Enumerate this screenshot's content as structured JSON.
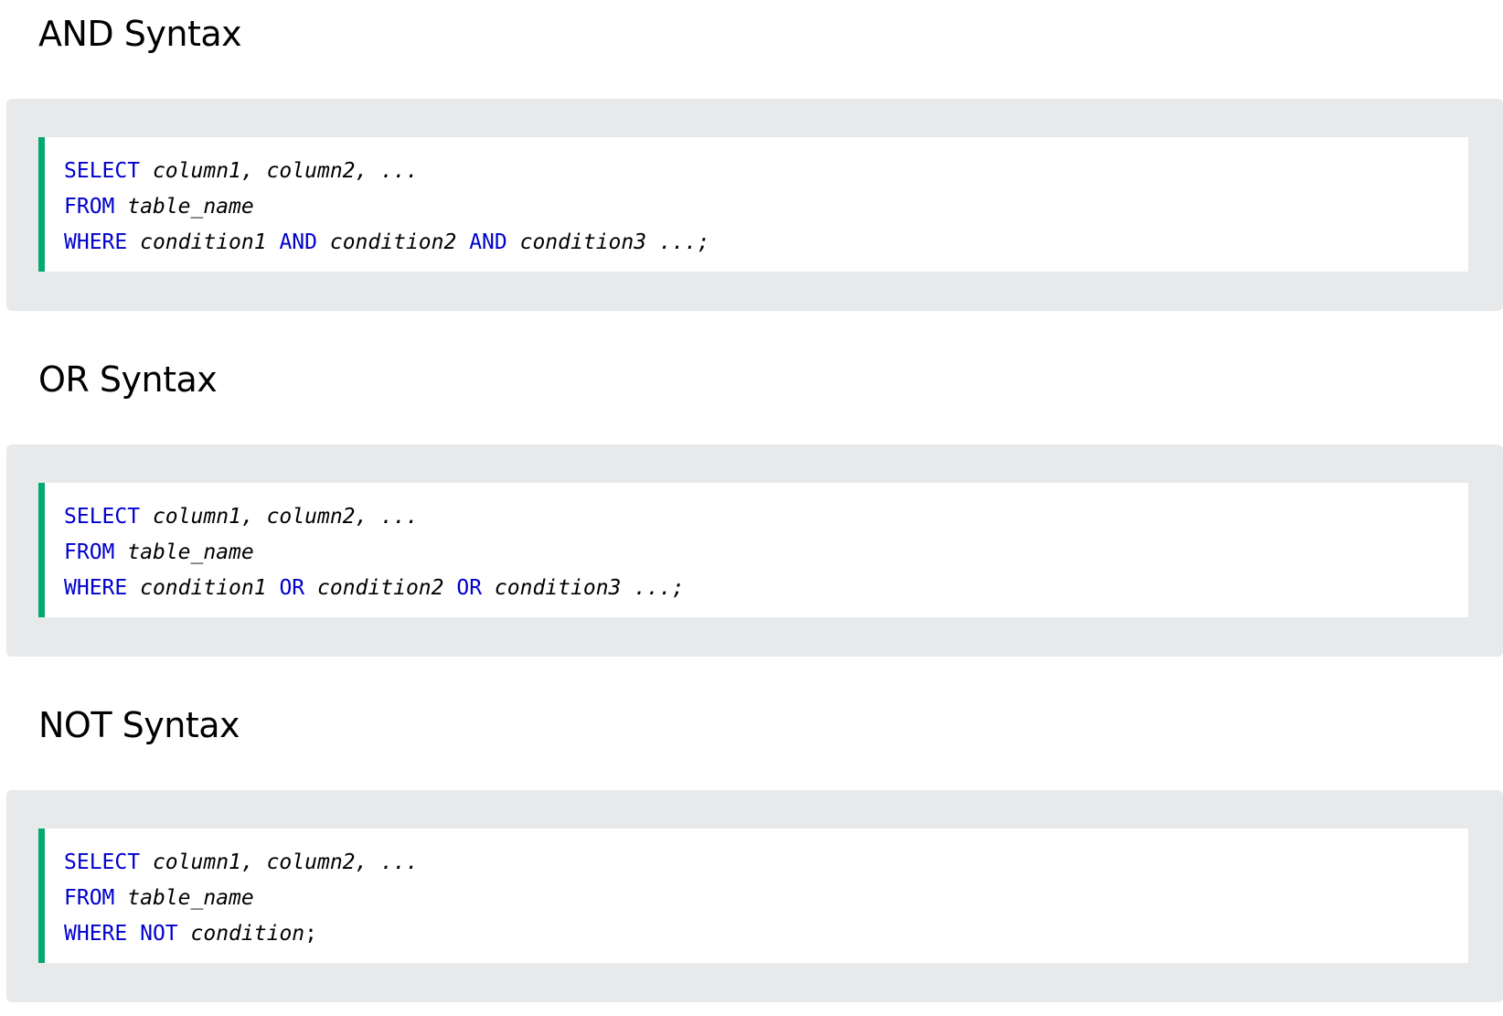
{
  "sections": [
    {
      "heading": "AND Syntax",
      "lines": [
        [
          {
            "t": "SELECT",
            "k": "kw"
          },
          {
            "t": " ",
            "k": "punct"
          },
          {
            "t": "column1, column2, ...",
            "k": "arg"
          }
        ],
        [
          {
            "t": "FROM",
            "k": "kw"
          },
          {
            "t": " ",
            "k": "punct"
          },
          {
            "t": "table_name",
            "k": "arg"
          }
        ],
        [
          {
            "t": "WHERE",
            "k": "kw"
          },
          {
            "t": " ",
            "k": "punct"
          },
          {
            "t": "condition1",
            "k": "arg"
          },
          {
            "t": " ",
            "k": "punct"
          },
          {
            "t": "AND",
            "k": "kw"
          },
          {
            "t": " ",
            "k": "punct"
          },
          {
            "t": "condition2",
            "k": "arg"
          },
          {
            "t": " ",
            "k": "punct"
          },
          {
            "t": "AND",
            "k": "kw"
          },
          {
            "t": " ",
            "k": "punct"
          },
          {
            "t": "condition3 ...;",
            "k": "arg"
          }
        ]
      ]
    },
    {
      "heading": "OR Syntax",
      "lines": [
        [
          {
            "t": "SELECT",
            "k": "kw"
          },
          {
            "t": " ",
            "k": "punct"
          },
          {
            "t": "column1, column2, ...",
            "k": "arg"
          }
        ],
        [
          {
            "t": "FROM",
            "k": "kw"
          },
          {
            "t": " ",
            "k": "punct"
          },
          {
            "t": "table_name",
            "k": "arg"
          }
        ],
        [
          {
            "t": "WHERE",
            "k": "kw"
          },
          {
            "t": " ",
            "k": "punct"
          },
          {
            "t": "condition1",
            "k": "arg"
          },
          {
            "t": " ",
            "k": "punct"
          },
          {
            "t": "OR",
            "k": "kw"
          },
          {
            "t": " ",
            "k": "punct"
          },
          {
            "t": "condition2",
            "k": "arg"
          },
          {
            "t": " ",
            "k": "punct"
          },
          {
            "t": "OR",
            "k": "kw"
          },
          {
            "t": " ",
            "k": "punct"
          },
          {
            "t": "condition3 ...;",
            "k": "arg"
          }
        ]
      ]
    },
    {
      "heading": "NOT Syntax",
      "lines": [
        [
          {
            "t": "SELECT",
            "k": "kw"
          },
          {
            "t": " ",
            "k": "punct"
          },
          {
            "t": "column1, column2, ...",
            "k": "arg"
          }
        ],
        [
          {
            "t": "FROM",
            "k": "kw"
          },
          {
            "t": " ",
            "k": "punct"
          },
          {
            "t": "table_name",
            "k": "arg"
          }
        ],
        [
          {
            "t": "WHERE",
            "k": "kw"
          },
          {
            "t": " ",
            "k": "punct"
          },
          {
            "t": "NOT",
            "k": "kw"
          },
          {
            "t": " ",
            "k": "punct"
          },
          {
            "t": "condition",
            "k": "arg"
          },
          {
            "t": ";",
            "k": "punct"
          }
        ]
      ]
    }
  ],
  "colors": {
    "keyword": "#0000cd",
    "accent_border": "#04aa6d",
    "panel_background": "#e7e9eb",
    "code_background": "#ffffff"
  }
}
